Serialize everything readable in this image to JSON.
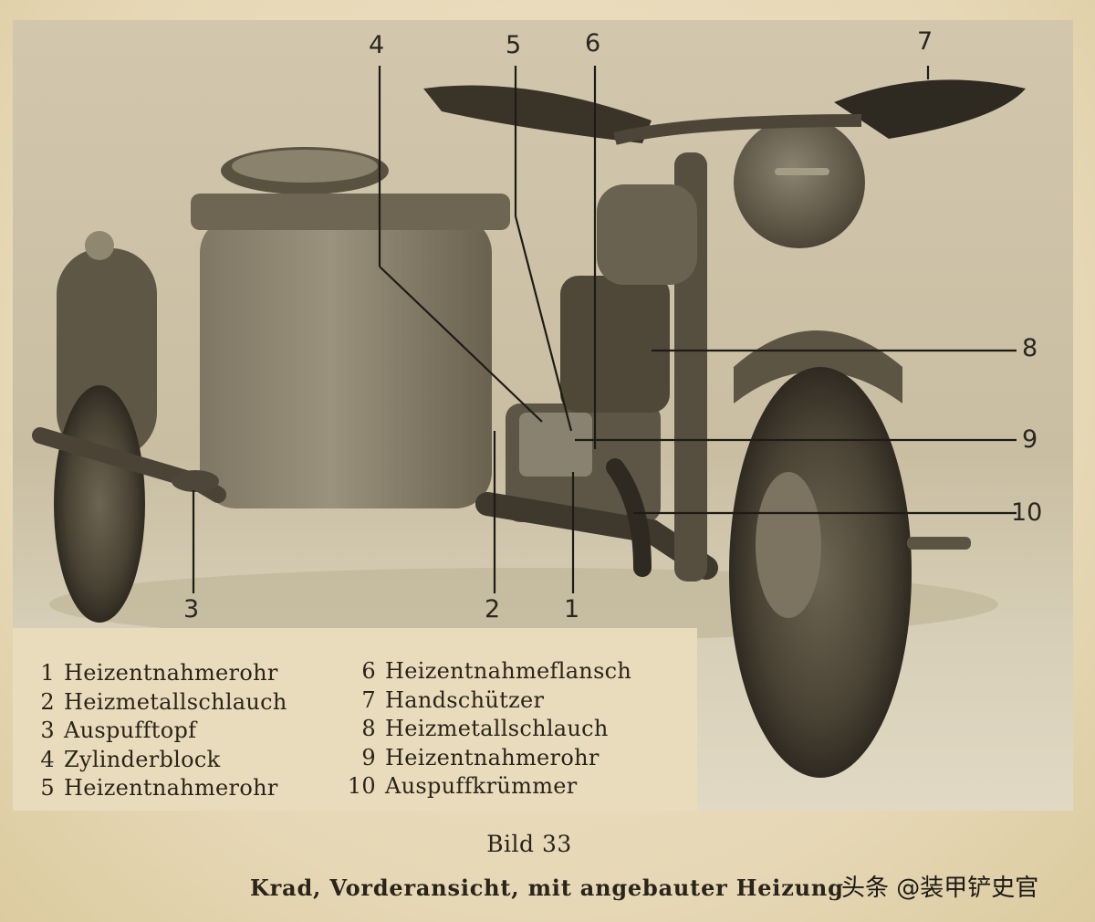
{
  "figure": {
    "number": "Bild 33",
    "caption": "Krad, Vorderansicht, mit angebauter Heizung"
  },
  "callouts": [
    "1",
    "2",
    "3",
    "4",
    "5",
    "6",
    "7",
    "8",
    "9",
    "10"
  ],
  "legend": {
    "left": [
      {
        "num": "1",
        "label": "Heizentnahmerohr"
      },
      {
        "num": "2",
        "label": "Heizmetallschlauch"
      },
      {
        "num": "3",
        "label": "Auspufftopf"
      },
      {
        "num": "4",
        "label": "Zylinderblock"
      },
      {
        "num": "5",
        "label": "Heizentnahmerohr"
      }
    ],
    "right": [
      {
        "num": "6",
        "label": "Heizentnahmeflansch"
      },
      {
        "num": "7",
        "label": "Handschützer"
      },
      {
        "num": "8",
        "label": "Heizmetallschlauch"
      },
      {
        "num": "9",
        "label": "Heizentnahmerohr"
      },
      {
        "num": "10",
        "label": "Auspuffkrümmer"
      }
    ]
  },
  "watermark": "头条 @装甲铲史官",
  "colors": {
    "paper": "#e9dcbc",
    "ink": "#2a241a",
    "photo": "#cfc4a8"
  }
}
